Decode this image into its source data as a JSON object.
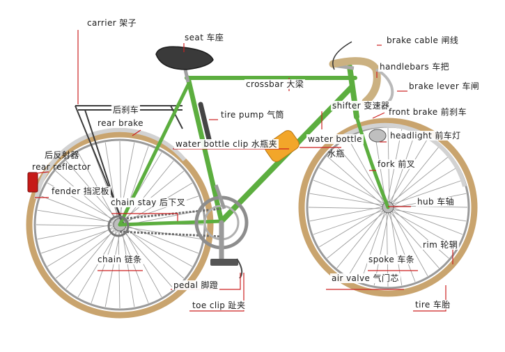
{
  "colors": {
    "frame": "#5cae3f",
    "frame_dark": "#3d7f2a",
    "leader": "#cc1f1f",
    "tire": "#caa570",
    "handlebar_tape": "#cbb181",
    "bottle": "#f2a62a",
    "reflector": "#c61a17"
  },
  "labels": {
    "carrier": "carrier 架子",
    "seat": "seat 车座",
    "brake_cable": "brake cable 闸线",
    "handlebars": "handlebars 车把",
    "brake_lever": "brake lever 车闸",
    "crossbar": "crossbar 大梁",
    "rear_brake_cn": "后刹车",
    "rear_brake": "rear brake",
    "tire_pump": "tire pump 气筒",
    "shifter": "shifter 变速器",
    "front_brake": "front brake 前刹车",
    "headlight": "headlight 前车灯",
    "water_bottle_clip": "water bottle clip 水瓶夹",
    "water_bottle": "water bottle",
    "water_bottle_cn": "水瓶",
    "rear_reflector_cn": "后反射器",
    "rear_reflector": "rear reflector",
    "fork": "fork 前叉",
    "fender": "fender 挡泥板",
    "chain_stay": "chain stay 后下叉",
    "hub": "hub 车轴",
    "rim": "rim 轮辋",
    "chain": "chain 链条",
    "spoke": "spoke 车条",
    "pedal": "pedal 脚蹬",
    "air_valve": "air valve 气门芯",
    "toe_clip": "toe clip 趾夹",
    "tire": "tire 车胎"
  }
}
